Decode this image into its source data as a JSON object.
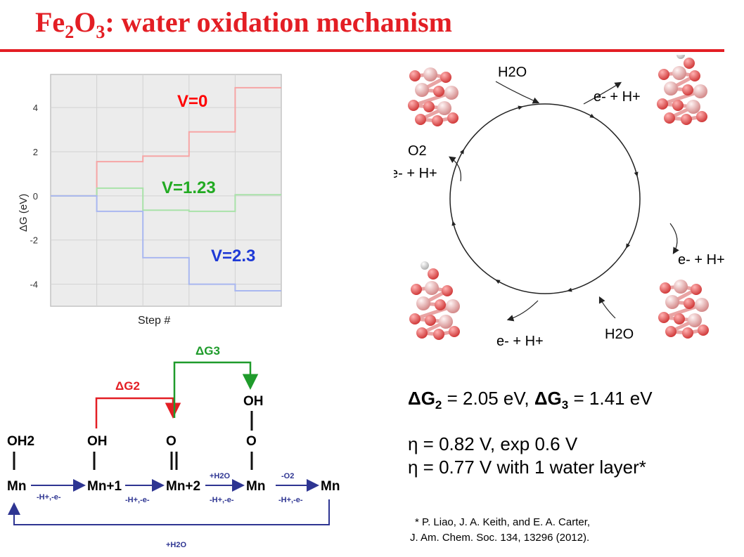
{
  "slide": {
    "title_main": "Fe",
    "title_sub1": "2",
    "title_mid": "O",
    "title_sub2": "3",
    "title_rest": ": water oxidation mechanism"
  },
  "chart_data": {
    "type": "line",
    "title": "",
    "xlabel": "Step #",
    "ylabel": "ΔG (eV)",
    "ylim": [
      -5,
      5.5
    ],
    "xlim": [
      0,
      5
    ],
    "yticks": [
      "4",
      "2",
      "0",
      "-2",
      "-4"
    ],
    "ytick_values": [
      4,
      2,
      0,
      -2,
      -4
    ],
    "grid": true,
    "step": true,
    "series": [
      {
        "name": "V=0",
        "color": "#ff0000",
        "line_color": "#f6a5a5",
        "x": [
          0,
          1,
          2,
          3,
          4,
          5
        ],
        "values": [
          0.0,
          1.55,
          1.8,
          2.9,
          4.9,
          4.9
        ]
      },
      {
        "name": "V=1.23",
        "color": "#22aa22",
        "line_color": "#a9e2a9",
        "x": [
          0,
          1,
          2,
          3,
          4,
          5
        ],
        "values": [
          0.0,
          0.35,
          -0.65,
          -0.7,
          0.05,
          0.05
        ]
      },
      {
        "name": "V=2.3",
        "color": "#1f3ad6",
        "line_color": "#a9b7f0",
        "x": [
          0,
          1,
          2,
          3,
          4,
          5
        ],
        "values": [
          0.0,
          -0.7,
          -2.8,
          -4.0,
          -4.3,
          -4.3
        ]
      }
    ]
  },
  "cycle": {
    "top_h2o": "H2O",
    "top_right": "e- + H+",
    "right": "e- + H+",
    "bottom_h2o": "H2O",
    "bottom_left": "e- + H+",
    "left_o2": "O2",
    "left_e": "e- + H+"
  },
  "scheme": {
    "g2_label": "ΔG2",
    "g3_label": "ΔG3",
    "s1_top": "OH2",
    "s2_top": "OH",
    "s3_top": "O",
    "s4_top": "O",
    "s4_top2": "OH",
    "m1": "Mn",
    "m2": "Mn+1",
    "m3": "Mn+2",
    "m4": "Mn",
    "m5": "Mn",
    "a1": "-H+,-e-",
    "a2": "-H+,-e-",
    "a3_top": "+H2O",
    "a3_bot": "-H+,-e-",
    "a4_top": "-O2",
    "a4_bot": "-H+,-e-",
    "return": "+H2O"
  },
  "text": {
    "dg_line": "ΔG2 = 2.05 eV, ΔG3 = 1.41 eV",
    "eta1": "η = 0.82 V, exp 0.6 V",
    "eta2": "η = 0.77 V with 1 water layer*",
    "ref1": "* P. Liao, J. A. Keith, and E. A. Carter,",
    "ref2": "J. Am. Chem. Soc. 134, 13296 (2012)."
  },
  "colors": {
    "accent": "#e31e24",
    "scheme_blue": "#2e3592",
    "g2": "#e31e24",
    "g3": "#1f9b2b"
  }
}
